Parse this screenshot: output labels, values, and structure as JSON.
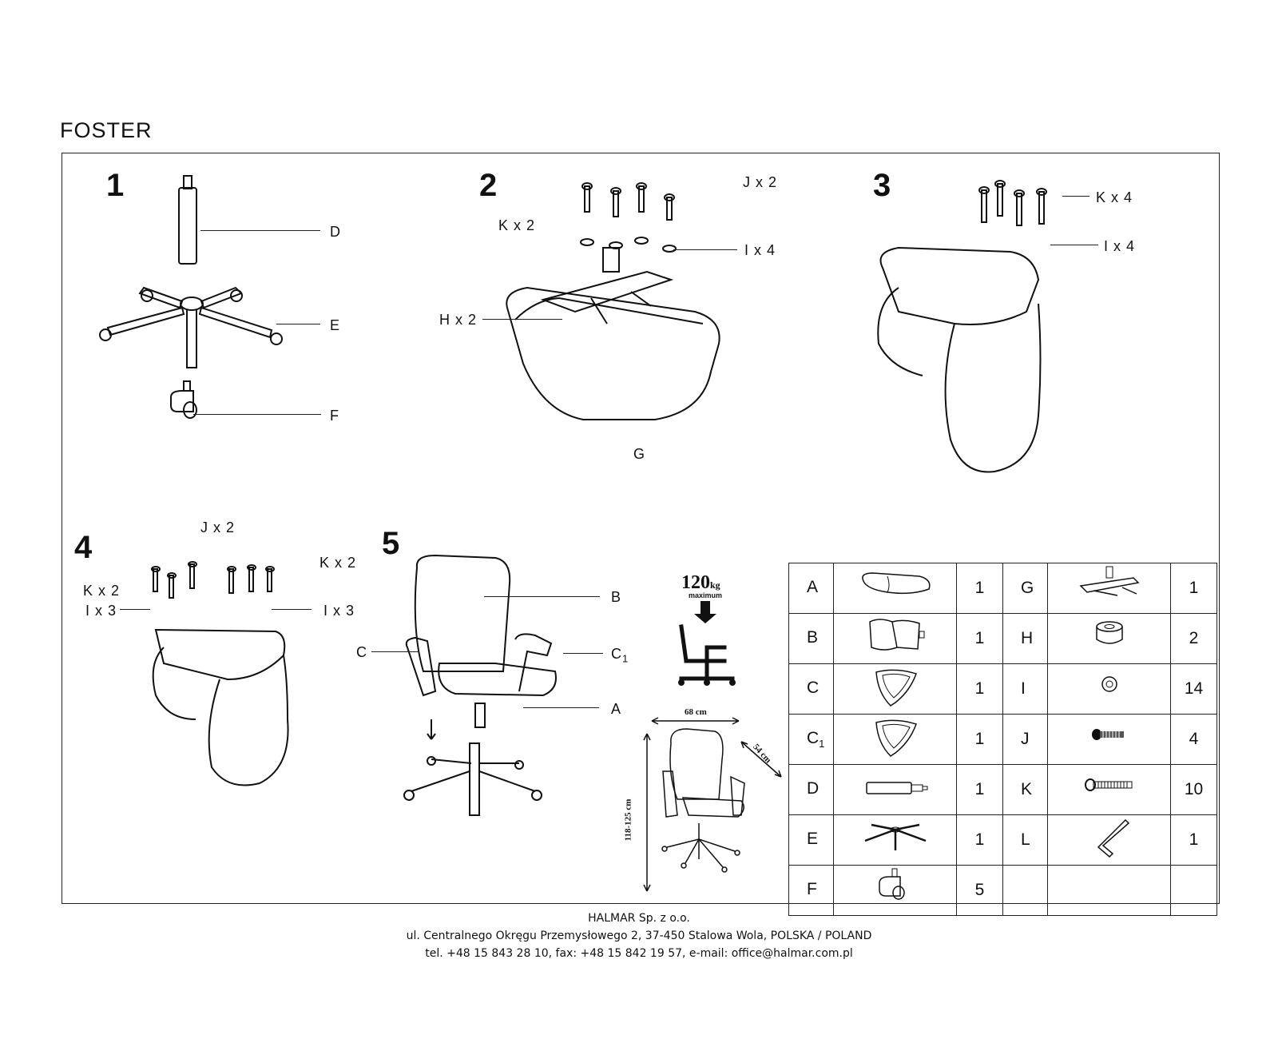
{
  "title": "FOSTER",
  "steps": [
    "1",
    "2",
    "3",
    "4",
    "5"
  ],
  "step1": {
    "labels": {
      "d": "D",
      "e": "E",
      "f": "F"
    }
  },
  "step2": {
    "labels": {
      "k": "K x 2",
      "j": "J x 2",
      "i": "I x 4",
      "h": "H x 2",
      "g": "G"
    }
  },
  "step3": {
    "labels": {
      "k": "K x 4",
      "i": "I x 4"
    }
  },
  "step4": {
    "labels": {
      "j": "J x 2",
      "k_left": "K x 2",
      "k_right": "K x 2",
      "i_left": "I x 3",
      "i_right": "I x 3"
    }
  },
  "step5": {
    "labels": {
      "b": "B",
      "c": "C",
      "c1": "C",
      "c1_sub": "1",
      "a": "A"
    }
  },
  "weight": {
    "value": "120",
    "unit": "kg",
    "caption": "maximum"
  },
  "dimensions": {
    "width": "68 cm",
    "depth": "54 cm",
    "height": "118-125 cm"
  },
  "parts": [
    {
      "left": {
        "code": "A",
        "sub": "",
        "icon": "seat-icon",
        "qty": "1"
      },
      "right": {
        "code": "G",
        "icon": "mechanism-icon",
        "qty": "1"
      }
    },
    {
      "left": {
        "code": "B",
        "sub": "",
        "icon": "backrest-icon",
        "qty": "1"
      },
      "right": {
        "code": "H",
        "icon": "spacer-icon",
        "qty": "2"
      }
    },
    {
      "left": {
        "code": "C",
        "sub": "",
        "icon": "armrest-icon",
        "qty": "1"
      },
      "right": {
        "code": "I",
        "icon": "washer-icon",
        "qty": "14"
      }
    },
    {
      "left": {
        "code": "C",
        "sub": "1",
        "icon": "armrest-icon",
        "qty": "1"
      },
      "right": {
        "code": "J",
        "icon": "short-bolt-icon",
        "qty": "4"
      }
    },
    {
      "left": {
        "code": "D",
        "sub": "",
        "icon": "gas-lift-icon",
        "qty": "1"
      },
      "right": {
        "code": "K",
        "icon": "long-bolt-icon",
        "qty": "10"
      }
    },
    {
      "left": {
        "code": "E",
        "sub": "",
        "icon": "base-icon",
        "qty": "1"
      },
      "right": {
        "code": "L",
        "icon": "allen-key-icon",
        "qty": "1"
      }
    },
    {
      "left": {
        "code": "F",
        "sub": "",
        "icon": "caster-icon",
        "qty": "5"
      },
      "right": {
        "code": "",
        "icon": "",
        "qty": ""
      }
    }
  ],
  "footer": {
    "company": "HALMAR Sp. z o.o.",
    "address": "ul. Centralnego Okręgu Przemysłowego 2, 37-450 Stalowa Wola, POLSKA / POLAND",
    "contact": "tel. +48 15 843 28 10, fax: +48 15 842 19 57, e-mail: office@halmar.com.pl"
  }
}
